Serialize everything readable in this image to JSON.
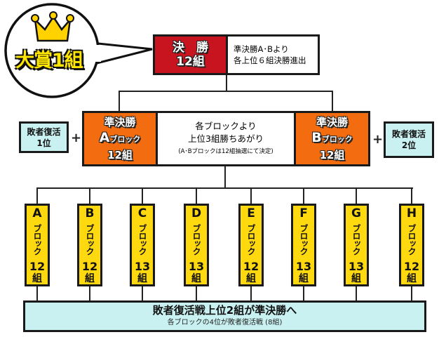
{
  "prize": {
    "icon": "crown-icon",
    "label": "大賞1組"
  },
  "final": {
    "title": "決　勝",
    "count": "12組",
    "note_line1": "準決勝A･Bより",
    "note_line2": "各上位６組決勝進出"
  },
  "semifinal": {
    "a": {
      "title": "準決勝",
      "block_letter": "A",
      "block_suffix": "ブロック",
      "count": "12組"
    },
    "b": {
      "title": "準決勝",
      "block_letter": "B",
      "block_suffix": "ブロック",
      "count": "12組"
    },
    "note_line1": "各ブロックより",
    "note_line2": "上位3組勝ちあがり",
    "note_sub": "(A･Bブロックは12組抽選にて決定)"
  },
  "revival_left": {
    "line1": "敗者復活",
    "line2": "1位",
    "plus": "+"
  },
  "revival_right": {
    "line1": "敗者復活",
    "line2": "2位",
    "plus": "+"
  },
  "blocks": [
    {
      "letter": "A",
      "suffix": "ブロック",
      "num": "12",
      "unit": "組"
    },
    {
      "letter": "B",
      "suffix": "ブロック",
      "num": "12",
      "unit": "組"
    },
    {
      "letter": "C",
      "suffix": "ブロック",
      "num": "13",
      "unit": "組"
    },
    {
      "letter": "D",
      "suffix": "ブロック",
      "num": "13",
      "unit": "組"
    },
    {
      "letter": "E",
      "suffix": "ブロック",
      "num": "12",
      "unit": "組"
    },
    {
      "letter": "F",
      "suffix": "ブロック",
      "num": "13",
      "unit": "組"
    },
    {
      "letter": "G",
      "suffix": "ブロック",
      "num": "13",
      "unit": "組"
    },
    {
      "letter": "H",
      "suffix": "ブロック",
      "num": "12",
      "unit": "組"
    }
  ],
  "repechage": {
    "title": "敗者復活戦上位2組が準決勝へ",
    "sub": "各ブロックの4位が敗者復活戦 (8組)"
  },
  "colors": {
    "final": "#c8141e",
    "semi": "#f36c0f",
    "block": "#ffd90f",
    "revival": "#c9f1f1"
  }
}
